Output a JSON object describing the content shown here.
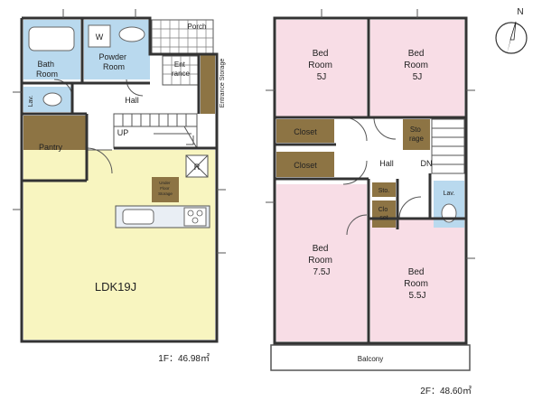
{
  "floor1": {
    "rooms": {
      "bath": [
        "Bath",
        "Room"
      ],
      "powder": [
        "Powder",
        "Room"
      ],
      "washer": "W",
      "porch": "Porch",
      "entrance": [
        "Ent",
        "rance"
      ],
      "entrance_storage": "Entrance Storage",
      "lav": "Lav.",
      "hall": "Hall",
      "up": "UP",
      "pantry": "Pantry",
      "fridge": "R",
      "underfloor": [
        "Under",
        "Floor",
        "Storage"
      ],
      "ldk": "LDK19J"
    },
    "area": "1F：46.98㎡"
  },
  "floor2": {
    "rooms": {
      "bed_nw": [
        "Bed",
        "Room",
        "5J"
      ],
      "bed_ne": [
        "Bed",
        "Room",
        "5J"
      ],
      "closet1": "Closet",
      "closet2": "Closet",
      "storage": [
        "Sto",
        "rage"
      ],
      "hall": "Hall",
      "dn": "DN",
      "sto_small": "Sto.",
      "closet_small": [
        "Clo",
        "set"
      ],
      "lav": "Lav.",
      "bed_sw": [
        "Bed",
        "Room",
        "7.5J"
      ],
      "bed_se": [
        "Bed",
        "Room",
        "5.5J"
      ],
      "balcony": "Balcony"
    },
    "area": "2F：48.60㎡"
  },
  "compass": {
    "label": "N"
  },
  "colors": {
    "wet": "#b9d9ee",
    "ldk": "#f8f5c0",
    "bedroom": "#f8dde6",
    "storage": "#8d7444",
    "hall": "#ffffff"
  }
}
